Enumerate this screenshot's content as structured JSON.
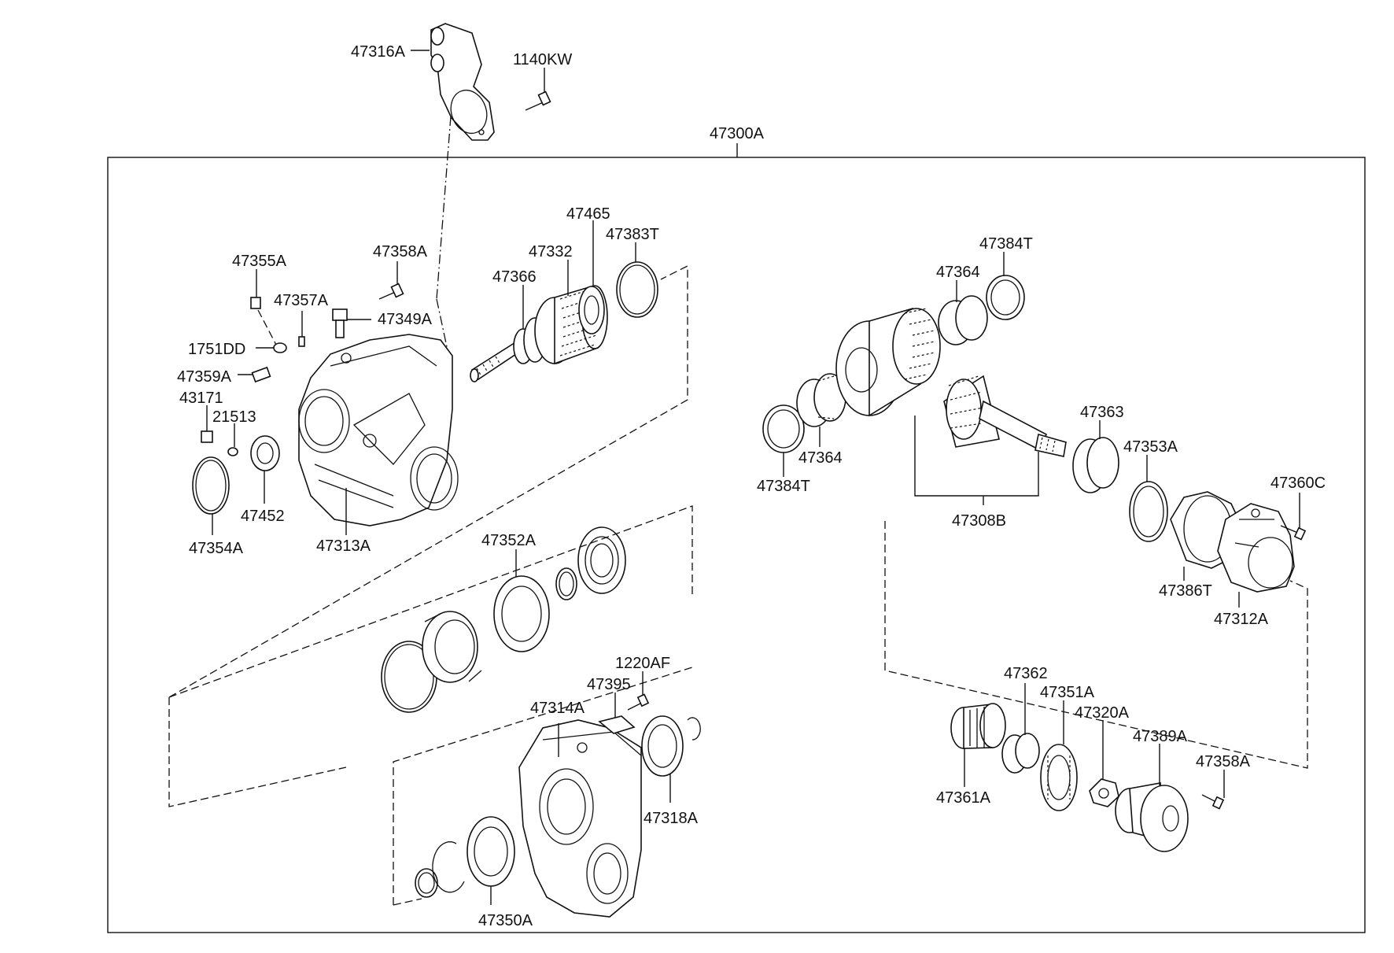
{
  "diagram": {
    "assembly_label": "47300A",
    "part_labels": {
      "p47316A": "47316A",
      "p1140KW": "1140KW",
      "p47355A": "47355A",
      "p47358A_top": "47358A",
      "p47357A": "47357A",
      "p47349A": "47349A",
      "p1751DD": "1751DD",
      "p47359A": "47359A",
      "p43171": "43171",
      "p21513": "21513",
      "p47452": "47452",
      "p47354A": "47354A",
      "p47313A": "47313A",
      "p47465": "47465",
      "p47332": "47332",
      "p47383T": "47383T",
      "p47366": "47366",
      "p47352A": "47352A",
      "p1220AF": "1220AF",
      "p47395": "47395",
      "p47314A": "47314A",
      "p47318A": "47318A",
      "p47350A": "47350A",
      "p47384T_top": "47384T",
      "p47364_top": "47364",
      "p47364_bot": "47364",
      "p47384T_bot": "47384T",
      "p47363": "47363",
      "p47353A": "47353A",
      "p47308B": "47308B",
      "p47360C": "47360C",
      "p47386T": "47386T",
      "p47312A": "47312A",
      "p47362": "47362",
      "p47351A": "47351A",
      "p47320A": "47320A",
      "p47389A": "47389A",
      "p47358A_bot": "47358A",
      "p47361A": "47361A"
    }
  }
}
